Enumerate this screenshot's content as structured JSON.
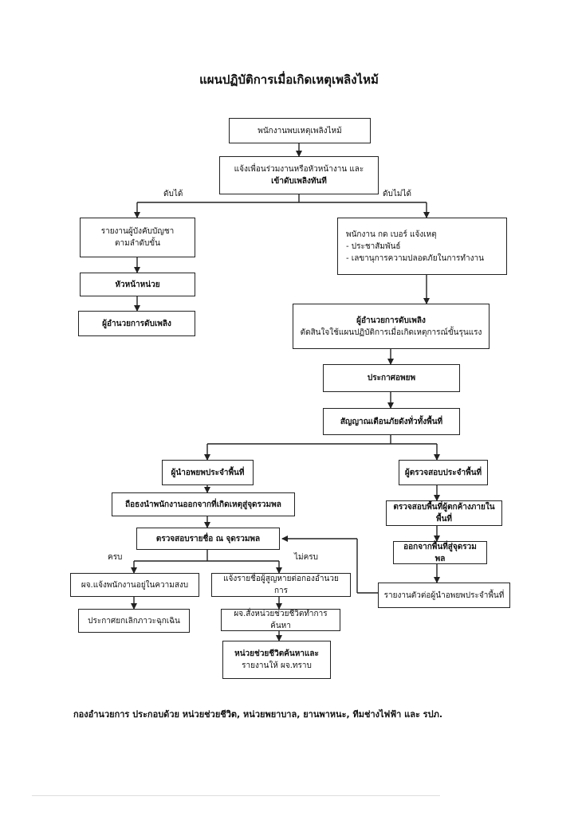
{
  "title": "แผนปฏิบัติการเมื่อเกิดเหตุเพลิงไหม้",
  "boxes": {
    "b1": "พนักงานพบเหตุเพลิงไหม้",
    "b2_line1": "แจ้งเพื่อนร่วมงานหรือหัวหน้างาน และ",
    "b2_line2": "เข้าดับเพลิงทันที",
    "b3_line1": "รายงานผู้บังคับบัญชา",
    "b3_line2": "ตามลำดับขั้น",
    "b4": "หัวหน้าหน่วย",
    "b5": "ผู้อำนวยการดับเพลิง",
    "b6_line1": "พนักงาน กด เบอร์ แจ้งเหตุ",
    "b6_line2": "-  ประชาสัมพันธ์",
    "b6_line3": "-  เลขานุการความปลอดภัยในการทำงาน",
    "b7_line1": "ผู้อำนวยการดับเพลิง",
    "b7_line2": "ตัดสินใจใช้แผนปฏิบัติการเมื่อเกิดเหตุการณ์ขั้นรุนแรง",
    "b8": "ประกาศอพยพ",
    "b9": "สัญญาณเตือนภัยดังทั่วทั้งพื้นที่",
    "b10": "ผู้นำอพยพประจำพื้นที่",
    "b11": "ผู้ตรวจสอบประจำพื้นที่",
    "b12": "ถือธงนำพนักงานออกจากที่เกิดเหตุสู่จุดรวมพล",
    "b13": "ตรวจสอบพื้นที่ผู้ตกค้างภายในพื้นที่",
    "b14": "ตรวจสอบรายชื่อ ณ จุดรวมพล",
    "b15": "ออกจากพื้นที่สู่จุดรวมพล",
    "b16": "ผจ.แจ้งพนักงานอยู่ในความสงบ",
    "b17": "แจ้งรายชื่อผู้สูญหายต่อกองอำนวยการ",
    "b18": "รายงานตัวต่อผู้นำอพยพประจำพื้นที่",
    "b19": "ประกาศยกเลิกภาวะฉุกเฉิน",
    "b20": "ผจ.สั่งหน่วยช่วยชีวิตทำการค้นหา",
    "b21_line1": "หน่วยช่วยชีวิตค้นหาและ",
    "b21_line2": "รายงานให้ ผจ.ทราบ"
  },
  "labels": {
    "can_extinguish": "ดับได้",
    "cannot_extinguish": "ดับไม่ได้",
    "complete": "ครบ",
    "incomplete": "ไม่ครบ"
  },
  "footer": "กองอำนวยการ ประกอบด้วย หน่วยช่วยชีวิต, หน่วยพยาบาล, ยานพาหนะ, ทีมช่างไฟฟ้า และ รปภ."
}
